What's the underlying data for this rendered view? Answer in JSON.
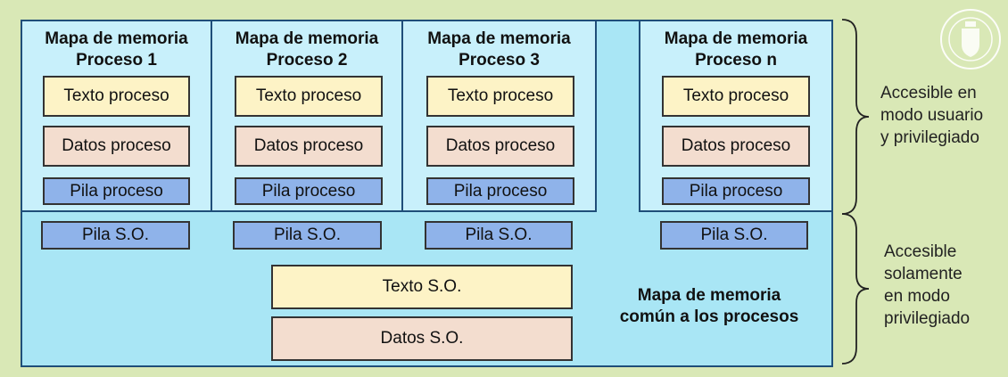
{
  "processes": [
    {
      "title_line1": "Mapa de memoria",
      "title_line2": "Proceso 1",
      "texto": "Texto proceso",
      "datos": "Datos proceso",
      "pila": "Pila proceso",
      "pila_so": "Pila  S.O."
    },
    {
      "title_line1": "Mapa de memoria",
      "title_line2": "Proceso 2",
      "texto": "Texto proceso",
      "datos": "Datos proceso",
      "pila": "Pila proceso",
      "pila_so": "Pila  S.O."
    },
    {
      "title_line1": "Mapa de memoria",
      "title_line2": "Proceso 3",
      "texto": "Texto proceso",
      "datos": "Datos proceso",
      "pila": "Pila proceso",
      "pila_so": "Pila  S.O."
    },
    {
      "title_line1": "Mapa de memoria",
      "title_line2": "Proceso n",
      "texto": "Texto proceso",
      "datos": "Datos proceso",
      "pila": "Pila proceso",
      "pila_so": "Pila  S.O."
    }
  ],
  "shared": {
    "texto_so": "Texto S.O.",
    "datos_so": "Datos  S.O.",
    "title_line1": "Mapa de memoria",
    "title_line2": "común a los procesos"
  },
  "labels": {
    "user_line1": "Accesible en",
    "user_line2": "modo usuario",
    "user_line3": "y privilegiado",
    "priv_line1": "Accesible",
    "priv_line2": "solamente",
    "priv_line3": "en modo",
    "priv_line4": "privilegiado"
  },
  "colors": {
    "background": "#d9e8b6",
    "shared_area": "#a9e6f5",
    "process_area": "#c8f0fb",
    "texto": "#fdf3c6",
    "datos": "#f3ddcf",
    "pila": "#8fb3ea"
  },
  "icons": {
    "seal": "university-seal-icon"
  }
}
